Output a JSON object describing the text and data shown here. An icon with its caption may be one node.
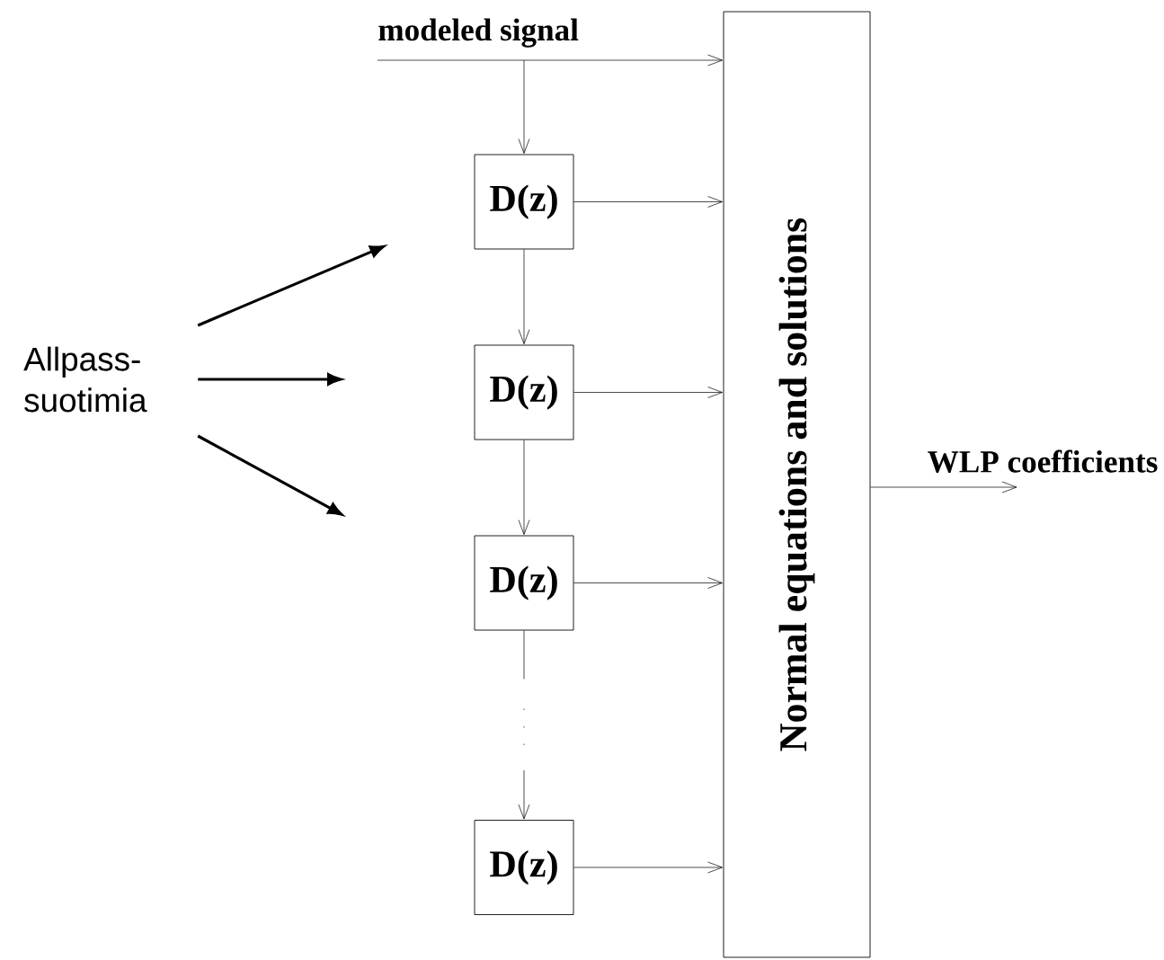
{
  "diagram": {
    "nodes": [
      {
        "text": [
          "modeled signal"
        ]
      },
      {
        "text": [
          "Allpass- suotimia"
        ]
      },
      {
        "text": [
          "D(z)"
        ]
      },
      {
        "text": [
          "D(z)"
        ]
      },
      {
        "text": [
          "D(z)"
        ]
      },
      {
        "text": [
          "D(z)"
        ]
      },
      {
        "text": [
          "Normal equations and solutions"
        ]
      }
    ],
    "edges": [
      {
        "from": 0,
        "to": 6,
        "arrow": "to"
      },
      {
        "from": 0,
        "to": 2,
        "arrow": "to"
      },
      {
        "from": 2,
        "to": 6,
        "arrow": "to"
      },
      {
        "from": 2,
        "to": 3,
        "arrow": "to"
      },
      {
        "from": 3,
        "to": 6,
        "arrow": "to"
      },
      {
        "from": 3,
        "to": 4,
        "arrow": "to"
      },
      {
        "from": 4,
        "to": 6,
        "arrow": "to"
      },
      {
        "from": 4,
        "to": 5,
        "arrow": "to",
        "style": "dashed"
      },
      {
        "from": 5,
        "to": 6,
        "arrow": "to"
      },
      {
        "from": 1,
        "to": null,
        "arrow": "to",
        "style": "thick"
      },
      {
        "from": 1,
        "to": null,
        "arrow": "to",
        "style": "thick"
      },
      {
        "from": 1,
        "to": null,
        "arrow": "to",
        "style": "thick"
      },
      {
        "from": 6,
        "to": null,
        "arrow": "to",
        "label": "WLP coefficients"
      }
    ]
  }
}
